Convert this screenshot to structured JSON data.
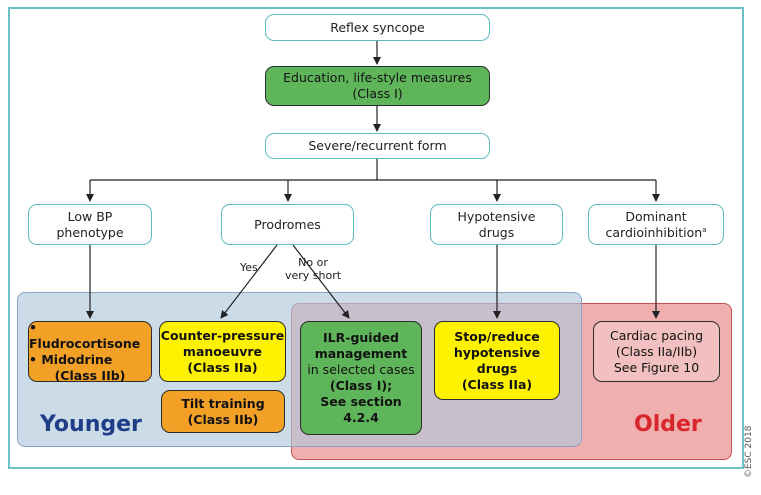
{
  "title": "Reflex syncope",
  "education": {
    "line1": "Education, life-style measures",
    "line2": "(Class I)"
  },
  "severe": "Severe/recurrent form",
  "branches": {
    "low_bp": {
      "line1": "Low BP",
      "line2": "phenotype"
    },
    "prodromes": "Prodromes",
    "hypotensive": {
      "line1": "Hypotensive",
      "line2": "drugs"
    },
    "cardio": {
      "line1": "Dominant",
      "line2": "cardioinhibition",
      "sup": "a"
    }
  },
  "edge_labels": {
    "yes": "Yes",
    "no_line1": "No or",
    "no_line2": "very short"
  },
  "treatments": {
    "fludro": {
      "line1": "• Fludrocortisone",
      "line2": "• Midodrine",
      "line3": "(Class IIb)"
    },
    "counter": {
      "line1": "Counter-pressure",
      "line2": "manoeuvre",
      "line3": "(Class IIa)"
    },
    "tilt": {
      "line1": "Tilt training",
      "line2": "(Class IIb)"
    },
    "ilr": {
      "line1": "ILR-guided",
      "line2": "management",
      "line3": "in selected cases",
      "line4": "(Class I);",
      "line5": "See section",
      "line6": "4.2.4"
    },
    "stop": {
      "line1": "Stop/reduce",
      "line2": "hypotensive",
      "line3": "drugs",
      "line4": "(Class IIa)"
    },
    "pacing": {
      "line1": "Cardiac pacing",
      "line2": "(Class IIa/IIb)",
      "line3": "See Figure 10"
    }
  },
  "groups": {
    "younger": "Younger",
    "older": "Older"
  },
  "copyright": "©ESC 2018"
}
